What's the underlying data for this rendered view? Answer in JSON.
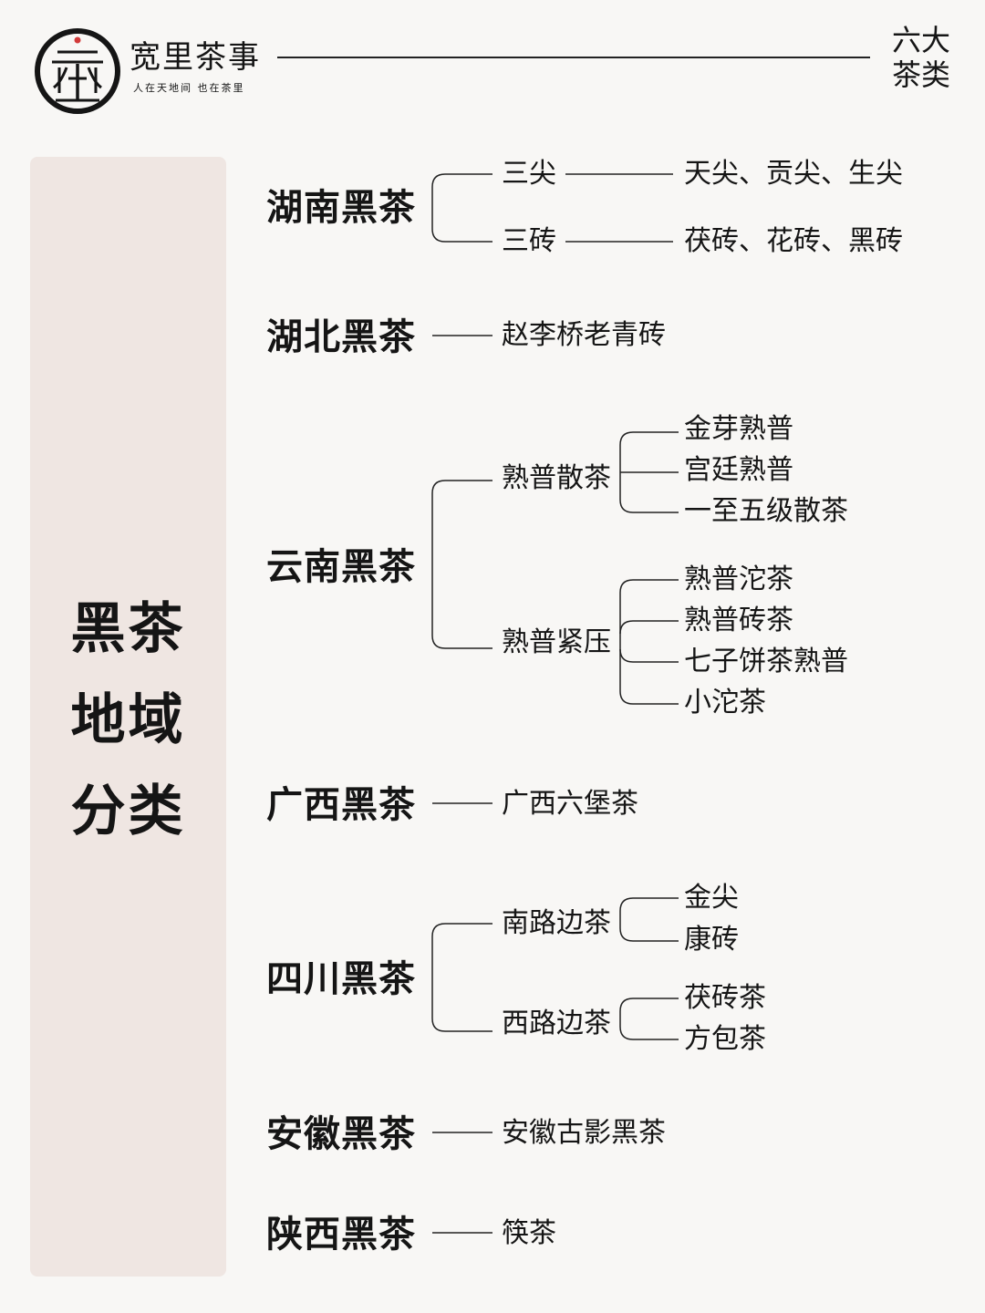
{
  "header": {
    "brand_name": "宽里茶事",
    "slogan": "人在天地间  也在茶里",
    "corner_line1": "六大",
    "corner_line2": "茶类",
    "logo_icon": "tea-pavilion-logo-icon"
  },
  "side": {
    "line1": "黑茶",
    "line2": "地域",
    "line3": "分类"
  },
  "colors": {
    "background": "#f8f7f5",
    "panel": "#efe6e2",
    "ink": "#151515",
    "logo_dot": "#d23a3a"
  },
  "tree": {
    "hunan": {
      "name": "湖南黑茶",
      "branch1": {
        "label": "三尖",
        "leaf": "天尖、贡尖、生尖"
      },
      "branch2": {
        "label": "三砖",
        "leaf": "茯砖、花砖、黑砖"
      }
    },
    "hubei": {
      "name": "湖北黑茶",
      "leaf": "赵李桥老青砖"
    },
    "yunnan": {
      "name": "云南黑茶",
      "branch1": {
        "label": "熟普散茶",
        "leaves": [
          "金芽熟普",
          "宫廷熟普",
          "一至五级散茶"
        ]
      },
      "branch2": {
        "label": "熟普紧压",
        "leaves": [
          "熟普沱茶",
          "熟普砖茶",
          "七子饼茶熟普",
          "小沱茶"
        ]
      }
    },
    "guangxi": {
      "name": "广西黑茶",
      "leaf": "广西六堡茶"
    },
    "sichuan": {
      "name": "四川黑茶",
      "branch1": {
        "label": "南路边茶",
        "leaves": [
          "金尖",
          "康砖"
        ]
      },
      "branch2": {
        "label": "西路边茶",
        "leaves": [
          "茯砖茶",
          "方包茶"
        ]
      }
    },
    "anhui": {
      "name": "安徽黑茶",
      "leaf": "安徽古影黑茶"
    },
    "shaanxi": {
      "name": "陕西黑茶",
      "leaf": "筷茶"
    }
  }
}
